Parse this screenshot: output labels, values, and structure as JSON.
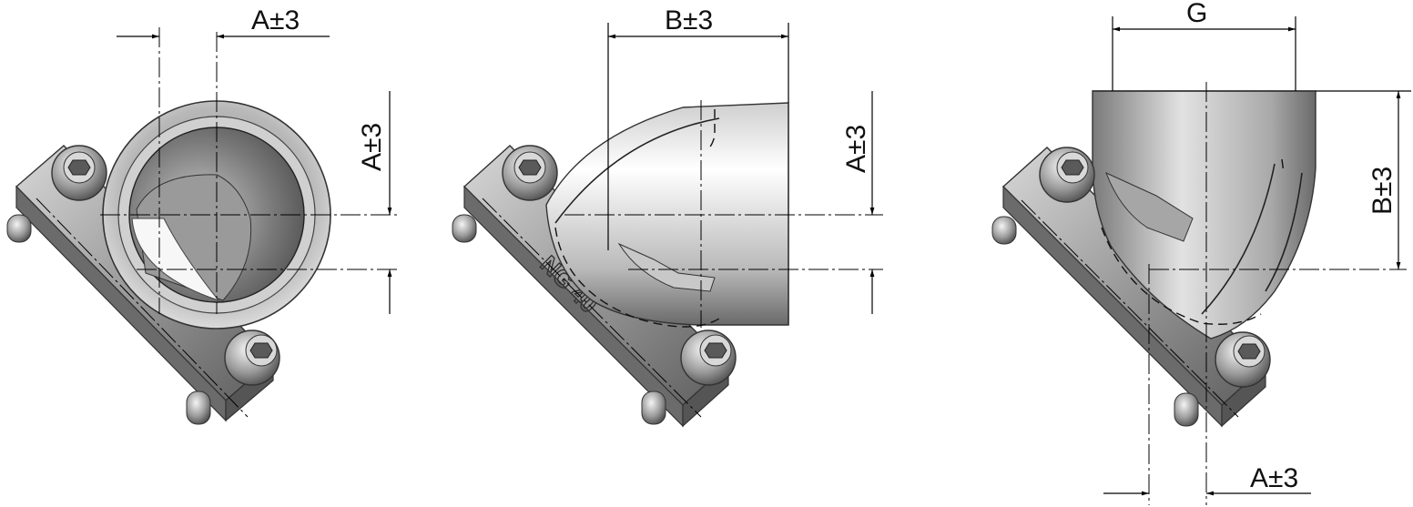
{
  "views": {
    "front": {
      "dim_top": "A±3",
      "dim_side": "A±3"
    },
    "side": {
      "dim_top": "B±3",
      "dim_side": "A±3",
      "emboss": "NG 40"
    },
    "rear": {
      "dim_top": "G",
      "dim_side": "B±3",
      "dim_bottom": "A±3"
    }
  }
}
